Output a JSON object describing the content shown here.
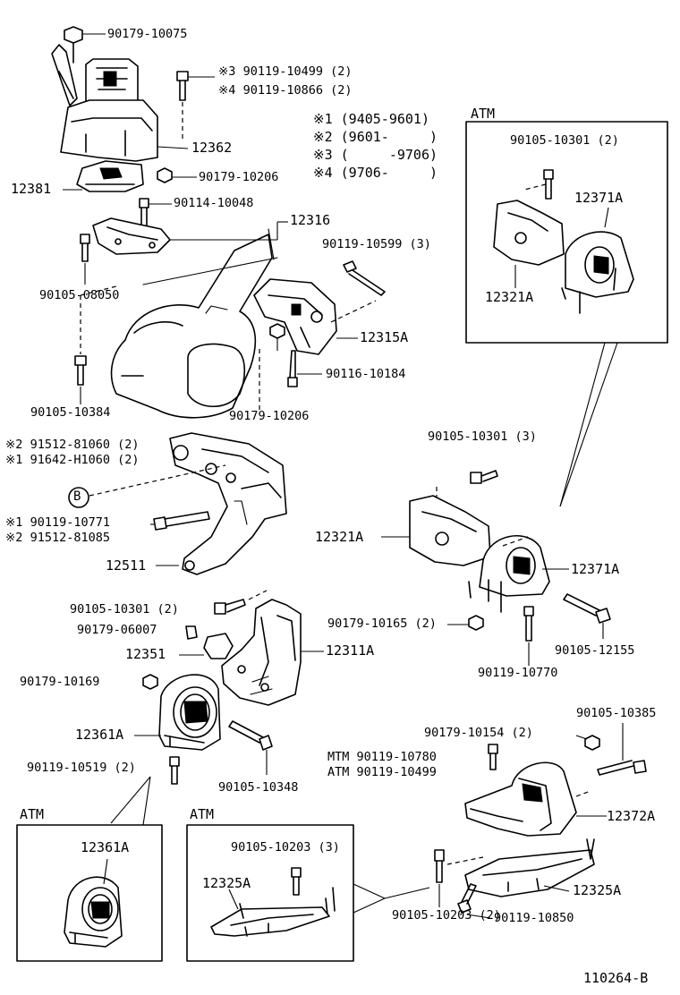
{
  "diagram_id": "110264-B",
  "notes": [
    {
      "mark": "※1",
      "range": "(9405-9601)"
    },
    {
      "mark": "※2",
      "range": "(9601-     )"
    },
    {
      "mark": "※3",
      "range": "(     -9706)"
    },
    {
      "mark": "※4",
      "range": "(9706-     )"
    }
  ],
  "labels": {
    "p90179_10075": "90179-10075",
    "p3_90119_10499": "※3 90119-10499 (2)",
    "p4_90119_10866": "※4 90119-10866 (2)",
    "p12362": "12362",
    "p12381": "12381",
    "p90179_10206_a": "90179-10206",
    "p90114_10048": "90114-10048",
    "p12316": "12316",
    "p90105_08050": "90105-08050",
    "p90119_10599": "90119-10599 (3)",
    "p12315A": "12315A",
    "p90116_10184": "90116-10184",
    "p90105_10384": "90105-10384",
    "p90179_10206_b": "90179-10206",
    "p2_91512_81060": "※2 91512-81060 (2)",
    "p1_91642_H1060": "※1 91642-H1060 (2)",
    "circle_b": "B",
    "p1_90119_10771": "※1 90119-10771",
    "p2_91512_81085": "※2 91512-81085",
    "p12511": "12511",
    "p90105_10301_2": "90105-10301 (2)",
    "p90179_06007": "90179-06007",
    "p12351": "12351",
    "p12311A": "12311A",
    "p90179_10169": "90179-10169",
    "p12361A": "12361A",
    "p90119_10519": "90119-10519 (2)",
    "p90105_10348": "90105-10348",
    "atm_box1_title": "ATM",
    "atm_box1_p1": "90105-10301 (2)",
    "atm_box1_p2": "12371A",
    "atm_box1_p3": "12321A",
    "p90105_10301_3": "90105-10301 (3)",
    "p12321A": "12321A",
    "p12371A": "12371A",
    "p90179_10165": "90179-10165 (2)",
    "p90105_12155": "90105-12155",
    "p90119_10770": "90119-10770",
    "p90179_10154": "90179-10154 (2)",
    "p90105_10385": "90105-10385",
    "p_mtm_90119_10780": "MTM 90119-10780",
    "p_atm_90119_10499": "ATM 90119-10499",
    "p12372A": "12372A",
    "p12325A": "12325A",
    "p90119_10850": "90119-10850",
    "p90105_10203_2": "90105-10203 (2)",
    "atm_box2_title": "ATM",
    "atm_box2_p1": "12361A",
    "atm_box3_title": "ATM",
    "atm_box3_p1": "90105-10203 (3)",
    "atm_box3_p2": "12325A"
  }
}
